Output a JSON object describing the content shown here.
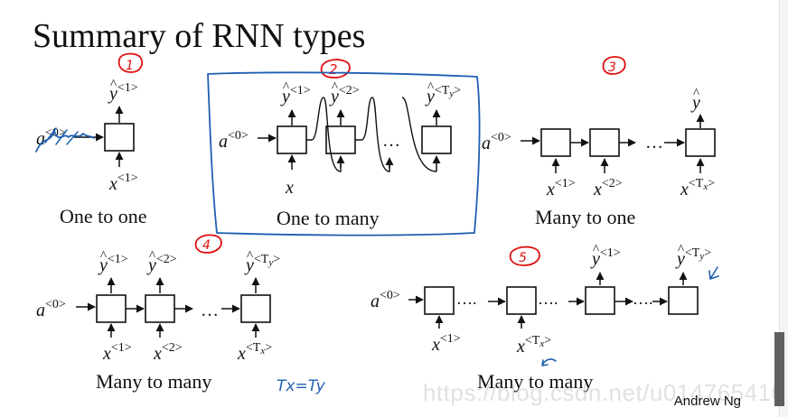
{
  "slide": {
    "title": "Summary of RNN types",
    "author": "Andrew Ng",
    "watermark": "https://blog.csdn.net/u014765410"
  },
  "annotations": {
    "marks": [
      "1",
      "2",
      "3",
      "4",
      "5"
    ],
    "equality_note": "Tx=Ty"
  },
  "panels": [
    {
      "caption": "One to one"
    },
    {
      "caption": "One to many"
    },
    {
      "caption": "Many to one"
    },
    {
      "caption": "Many to many"
    },
    {
      "caption": "Many to many"
    }
  ],
  "labels": {
    "a": "a",
    "y": "y",
    "x": "x",
    "hat": "^",
    "sup0": "<0>",
    "sup1": "<1>",
    "sup2": "<2>",
    "supTy_open": "<T",
    "supTy_sub": "y",
    "supTx_sub": "x",
    "sup_close": ">",
    "ellipsis": "…",
    "dots": "…."
  },
  "colors": {
    "ink": "#111111",
    "pen_red": "#e01010",
    "pen_blue": "#1f5fb0",
    "watermark": "#c9c9c9"
  }
}
